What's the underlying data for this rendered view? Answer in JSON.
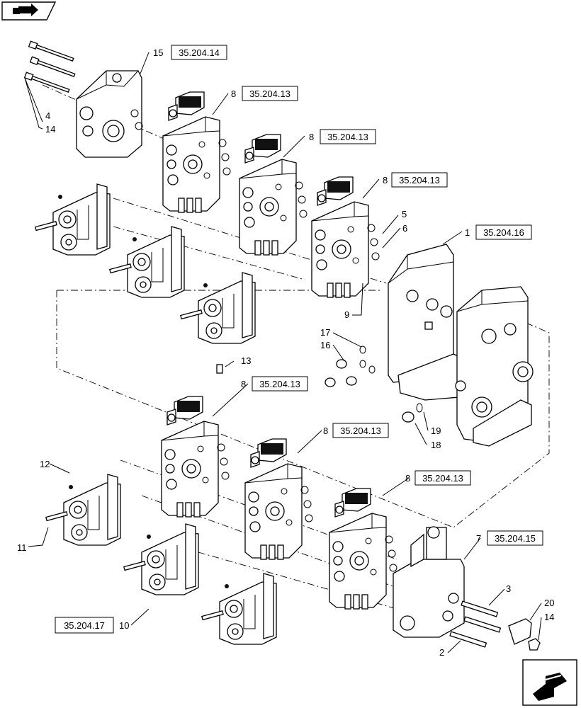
{
  "ref_boxes": [
    {
      "id": "r15",
      "text": "35.204.14"
    },
    {
      "id": "r8a",
      "text": "35.204.13"
    },
    {
      "id": "r8b",
      "text": "35.204.13"
    },
    {
      "id": "r8c",
      "text": "35.204.13"
    },
    {
      "id": "r1",
      "text": "35.204.16"
    },
    {
      "id": "r8d",
      "text": "35.204.13"
    },
    {
      "id": "r8e",
      "text": "35.204.13"
    },
    {
      "id": "r8f",
      "text": "35.204.13"
    },
    {
      "id": "r7",
      "text": "35.204.15"
    },
    {
      "id": "r10",
      "text": "35.204.17"
    }
  ],
  "callouts": [
    "15",
    "8",
    "8",
    "8",
    "4",
    "14",
    "5",
    "6",
    "1",
    "9",
    "17",
    "16",
    "13",
    "8",
    "8",
    "8",
    "19",
    "18",
    "12",
    "11",
    "7",
    "3",
    "20",
    "14",
    "10",
    "2"
  ]
}
